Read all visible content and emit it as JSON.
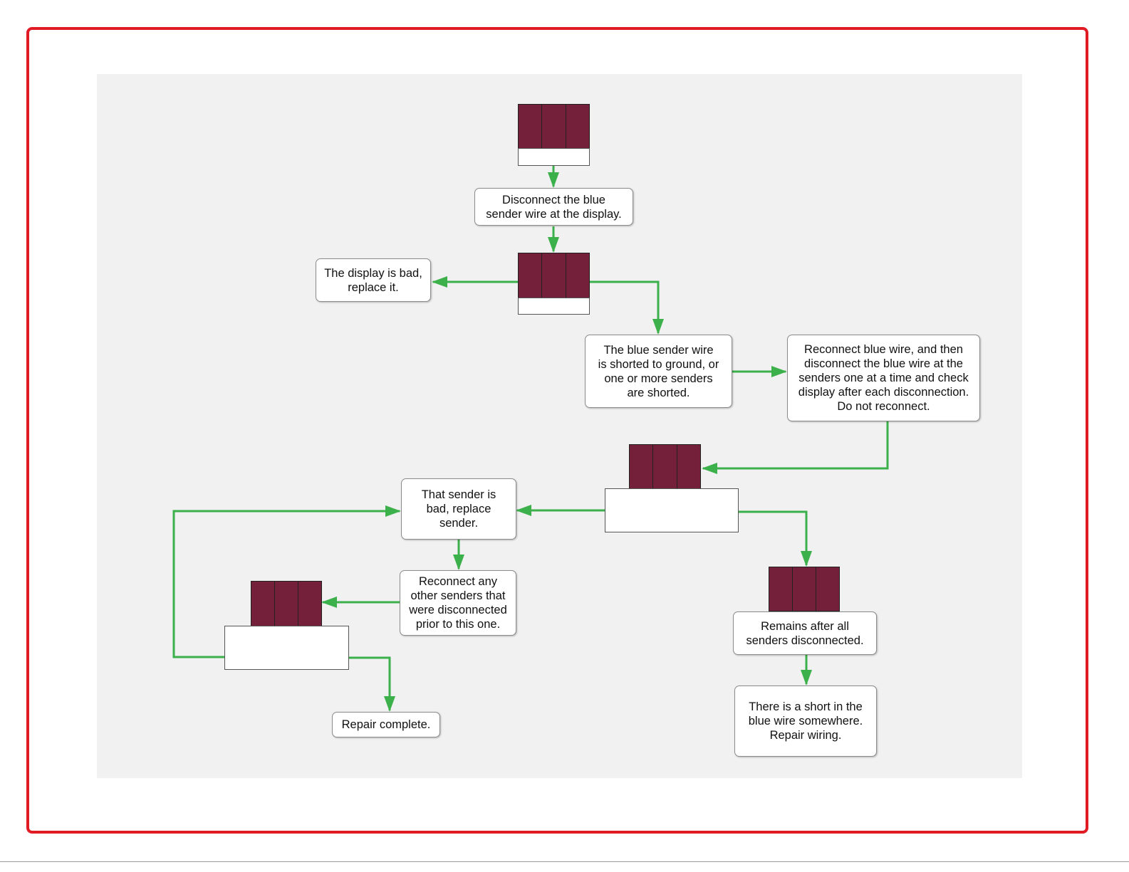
{
  "colors": {
    "frame_border": "#e01b24",
    "canvas_background": "#f1f1f1",
    "connector": "#3cb04a",
    "block_fill": "#74203a"
  },
  "boxes": {
    "disconnect": "Disconnect the blue\nsender wire at the display.",
    "display_bad": "The display is bad,\nreplace it.",
    "shorted": "The blue sender wire\nis shorted to ground, or\none or more senders\nare shorted.",
    "reconnect_check": "Reconnect blue wire, and then\ndisconnect the blue wire at the\nsenders one at a time and check\ndisplay after each disconnection.\nDo not reconnect.",
    "sender_bad": "That sender is\nbad, replace\nsender.",
    "reconnect_others": "Reconnect any\nother senders that\nwere disconnected\nprior to this one.",
    "remains": "Remains after all\nsenders disconnected.",
    "short_in_wire": "There is a short in the\nblue wire somewhere.\nRepair wiring.",
    "repair_complete": "Repair complete."
  },
  "steps": [
    {
      "id": "step-1",
      "blocks": 3
    },
    {
      "id": "step-2",
      "blocks": 3
    },
    {
      "id": "step-3",
      "blocks": 3
    },
    {
      "id": "step-4",
      "blocks": 3
    },
    {
      "id": "step-5",
      "blocks": 3
    }
  ]
}
